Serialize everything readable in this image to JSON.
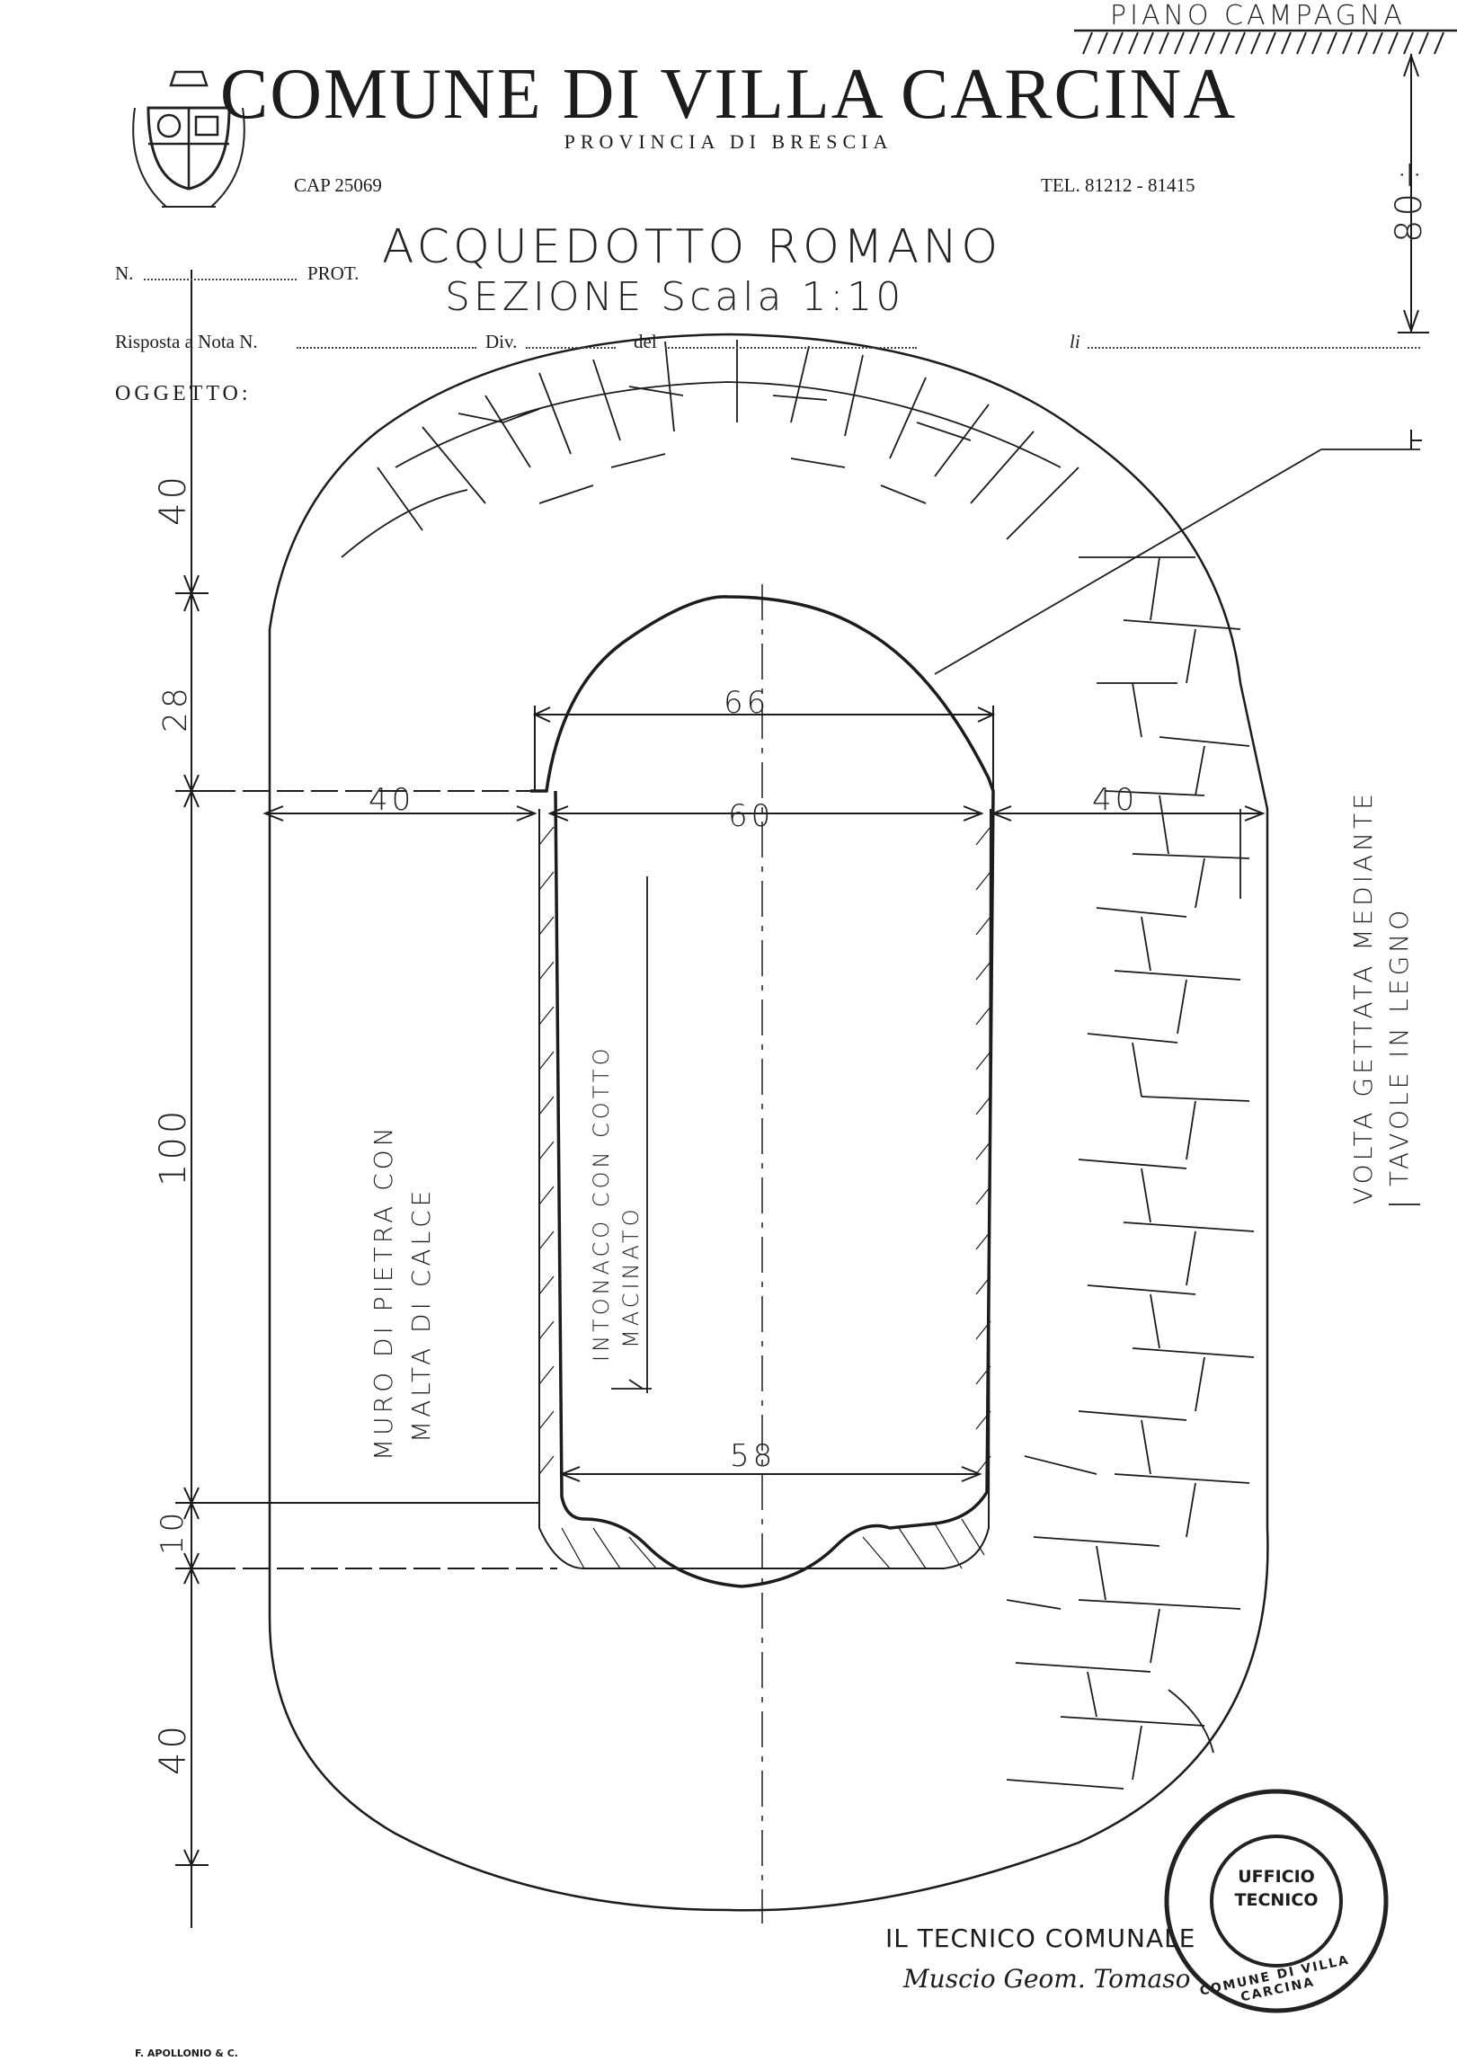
{
  "header": {
    "comune": "COMUNE DI VILLA CARCINA",
    "provincia": "PROVINCIA DI BRESCIA",
    "cap": "CAP 25069",
    "tel": "TEL. 81212 - 81415",
    "n_label": "N.",
    "prot_label": "PROT.",
    "risposta_label": "Risposta a Nota N.",
    "div_label": "Div.",
    "del_label": "del",
    "li_label": "li",
    "oggetto_label": "OGGETTO:"
  },
  "handwritten": {
    "title_line1": "ACQUEDOTTO ROMANO",
    "title_line2": "SEZIONE Scala 1:10",
    "piano_campagna": "PIANO CAMPAGNA",
    "depth": "80÷",
    "wall_note": [
      "MURO DI PIETRA CON",
      "MALTA DI CALCE"
    ],
    "plaster_note": [
      "INTONACO CON COTTO",
      "MACINATO"
    ],
    "vault_note": [
      "VOLTA GETTATA MEDIANTE",
      "TAVOLE IN LEGNO"
    ]
  },
  "dimensions": {
    "left_40_top": "40",
    "left_28": "28",
    "left_100": "100",
    "left_10": "10",
    "left_40_bottom": "40",
    "wall_left": "40",
    "wall_right": "40",
    "arch_width": "66",
    "channel_width": "60",
    "floor_width": "58"
  },
  "stamp": {
    "ring_text": "COMUNE DI VILLA CARCINA",
    "center_line1": "UFFICIO",
    "center_line2": "TECNICO"
  },
  "signature": {
    "office": "IL TECNICO COMUNALE",
    "name": "Muscio Geom. Tomaso"
  },
  "footer": {
    "printer": "F. APOLLONIO & C."
  },
  "colors": {
    "ink": "#1c1c1c",
    "paper": "#ffffff"
  }
}
